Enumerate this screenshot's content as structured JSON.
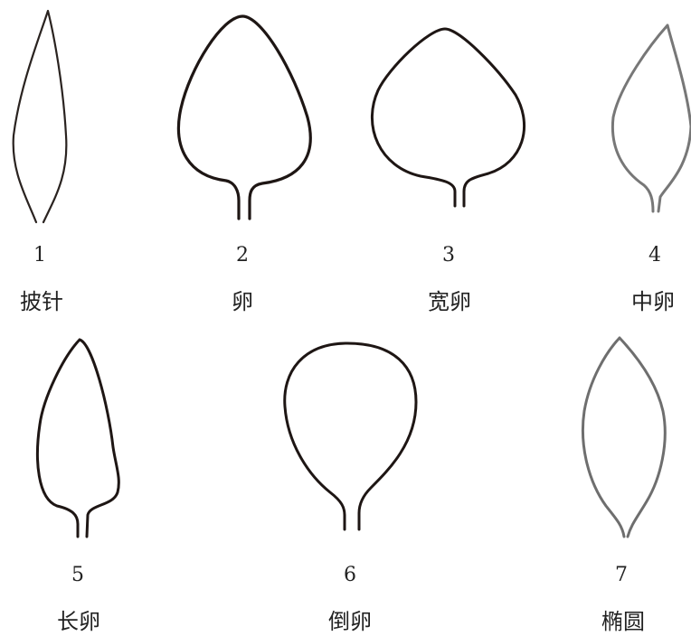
{
  "figure": {
    "leaves": [
      {
        "number": "1",
        "name": "披针",
        "color": "#2a2320"
      },
      {
        "number": "2",
        "name": "卵",
        "color": "#1e1614"
      },
      {
        "number": "3",
        "name": "宽卵",
        "color": "#1e1614"
      },
      {
        "number": "4",
        "name": "中卵",
        "color": "#777777"
      },
      {
        "number": "5",
        "name": "长卵",
        "color": "#1e1614"
      },
      {
        "number": "6",
        "name": "倒卵",
        "color": "#1e1614"
      },
      {
        "number": "7",
        "name": "椭圆",
        "color": "#6e6e6e"
      }
    ]
  }
}
